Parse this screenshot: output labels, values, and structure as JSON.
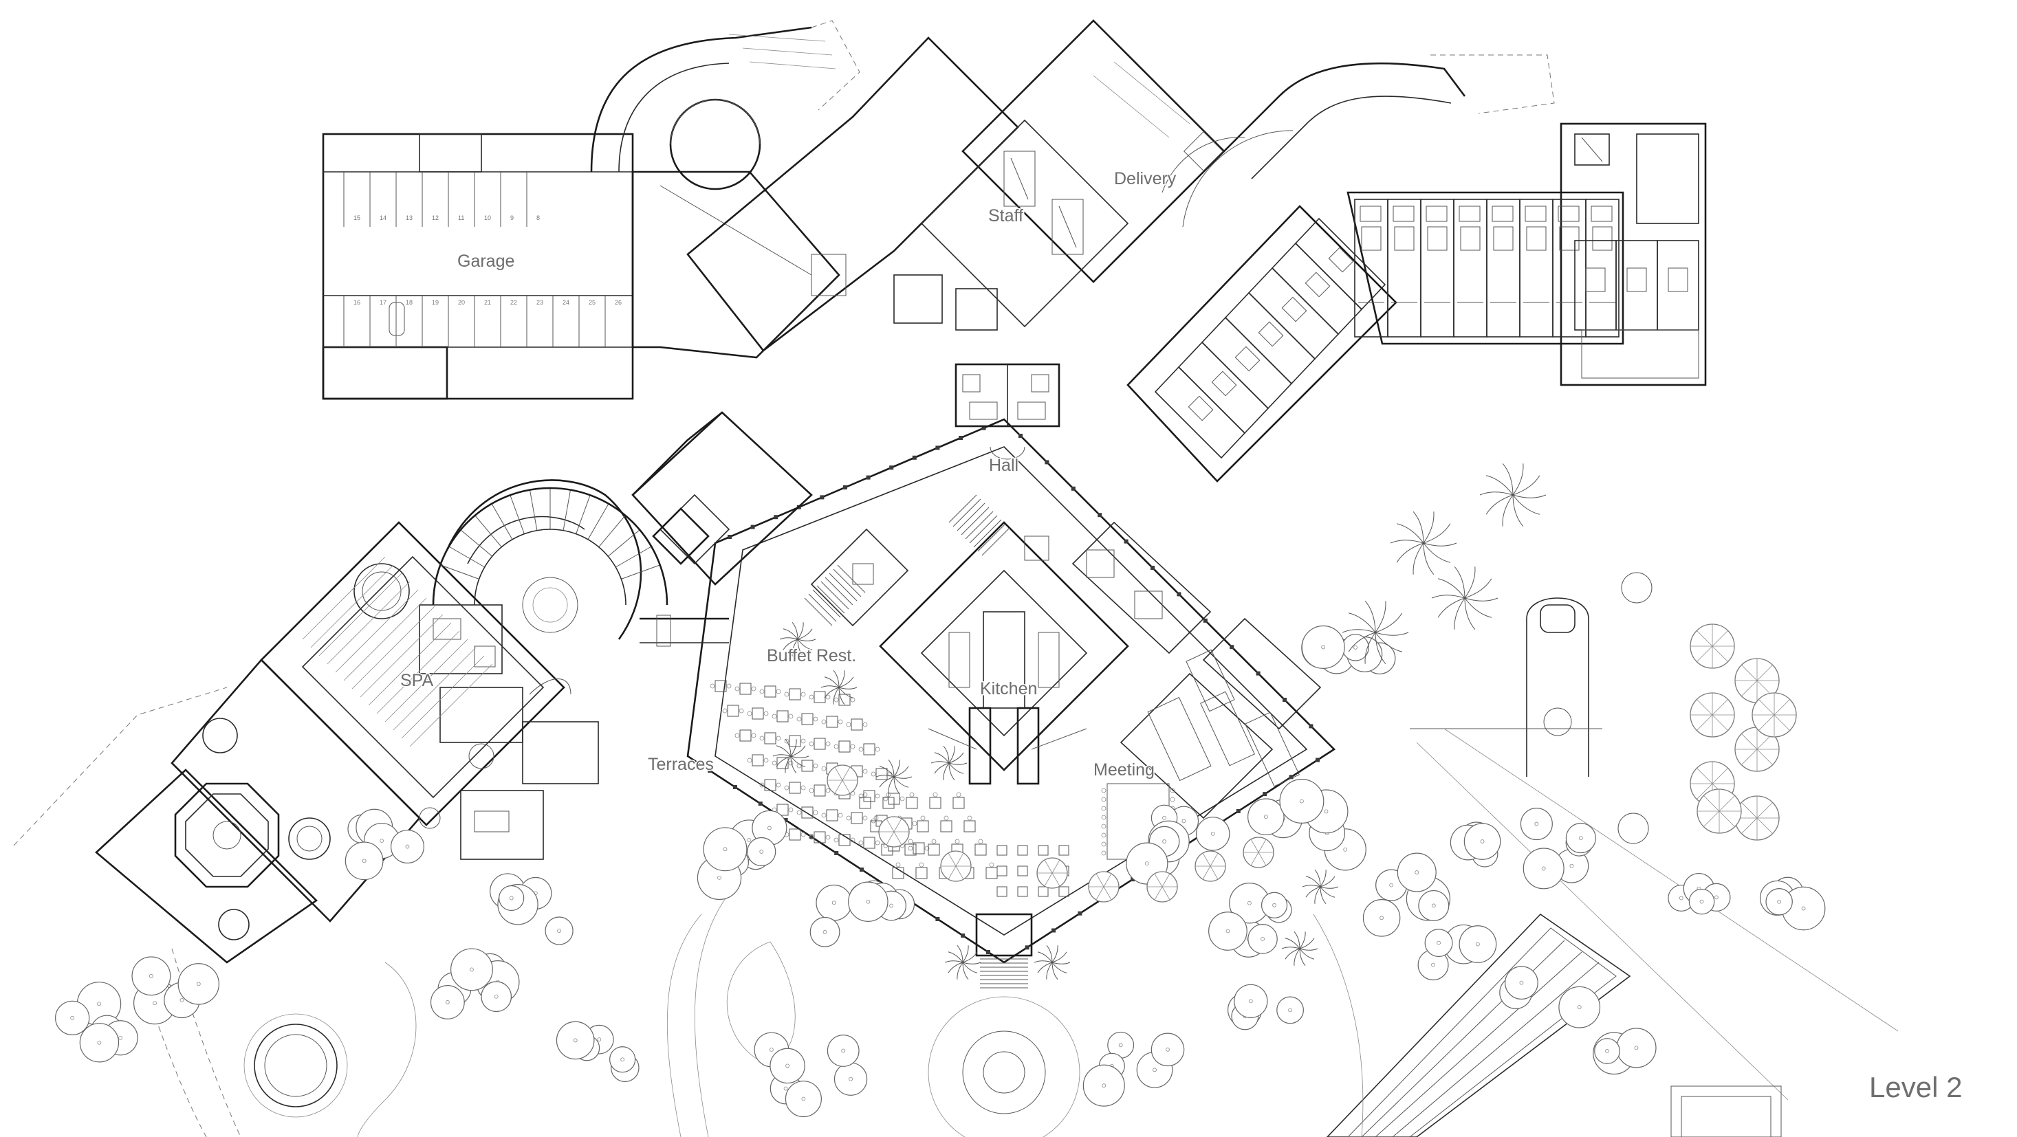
{
  "plan": {
    "labels": {
      "garage": "Garage",
      "staff": "Staff",
      "delivery": "Delivery",
      "hall": "Hall",
      "buffet": "Buffet Rest.",
      "kitchen": "Kitchen",
      "spa": "SPA",
      "terraces": "Terraces",
      "meeting": "Meeting"
    },
    "level": "Level 2",
    "garage_stall_numbers_top": [
      "15",
      "14",
      "13",
      "12",
      "11",
      "10",
      "9",
      "8"
    ],
    "garage_stall_numbers_bottom": [
      "16",
      "17",
      "18",
      "19",
      "20",
      "21",
      "22",
      "23",
      "24",
      "25",
      "26"
    ],
    "colors": {
      "line": "#1b1b1b",
      "landscape": "#7a7a7a",
      "label": "#6d6d6d"
    }
  }
}
